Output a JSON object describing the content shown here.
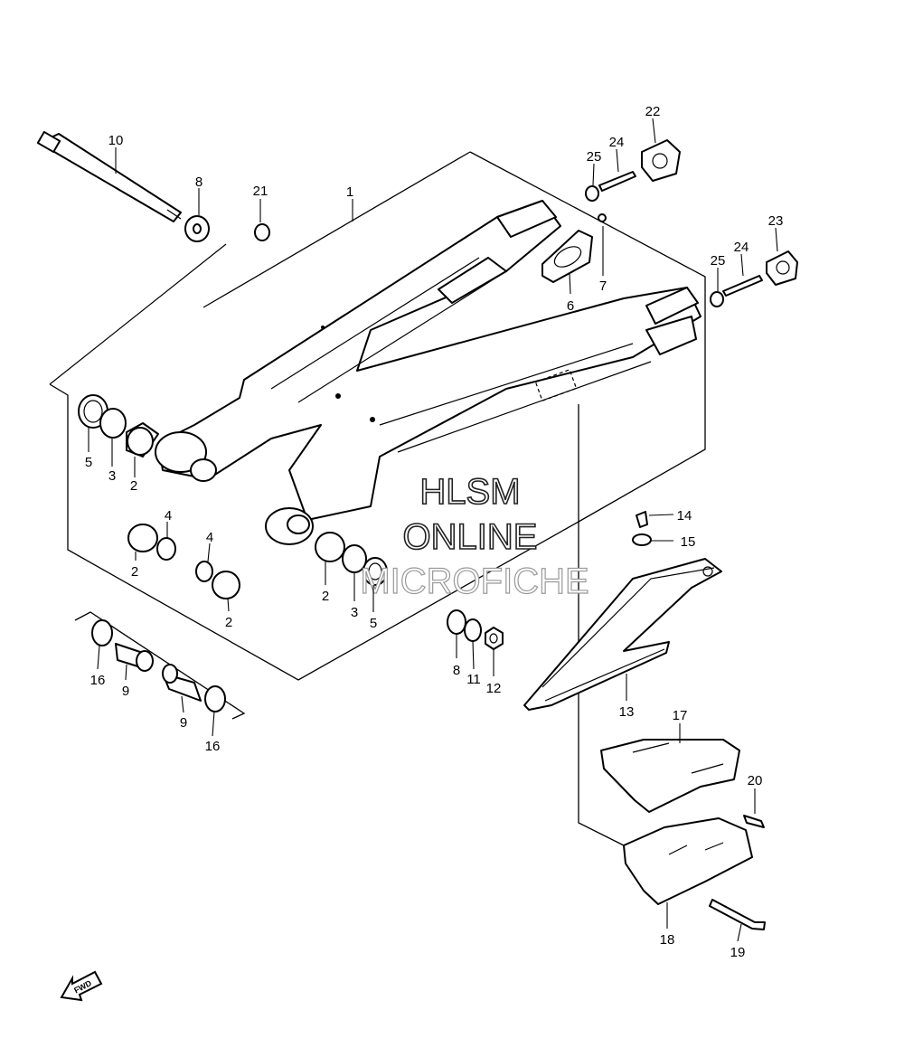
{
  "watermark": {
    "line1": "HLSM",
    "line2": "ONLINE",
    "line3": "MICROFICHE"
  },
  "fwd_label": "FWD",
  "callouts": [
    {
      "id": "c1",
      "text": "1"
    },
    {
      "id": "c2a",
      "text": "2"
    },
    {
      "id": "c2b",
      "text": "2"
    },
    {
      "id": "c2c",
      "text": "2"
    },
    {
      "id": "c2d",
      "text": "2"
    },
    {
      "id": "c3a",
      "text": "3"
    },
    {
      "id": "c3b",
      "text": "3"
    },
    {
      "id": "c4a",
      "text": "4"
    },
    {
      "id": "c4b",
      "text": "4"
    },
    {
      "id": "c5a",
      "text": "5"
    },
    {
      "id": "c5b",
      "text": "5"
    },
    {
      "id": "c6",
      "text": "6"
    },
    {
      "id": "c7",
      "text": "7"
    },
    {
      "id": "c8a",
      "text": "8"
    },
    {
      "id": "c8b",
      "text": "8"
    },
    {
      "id": "c9a",
      "text": "9"
    },
    {
      "id": "c9b",
      "text": "9"
    },
    {
      "id": "c10",
      "text": "10"
    },
    {
      "id": "c11",
      "text": "11"
    },
    {
      "id": "c12",
      "text": "12"
    },
    {
      "id": "c13",
      "text": "13"
    },
    {
      "id": "c14",
      "text": "14"
    },
    {
      "id": "c15",
      "text": "15"
    },
    {
      "id": "c16a",
      "text": "16"
    },
    {
      "id": "c16b",
      "text": "16"
    },
    {
      "id": "c17",
      "text": "17"
    },
    {
      "id": "c18",
      "text": "18"
    },
    {
      "id": "c19",
      "text": "19"
    },
    {
      "id": "c20",
      "text": "20"
    },
    {
      "id": "c21",
      "text": "21"
    },
    {
      "id": "c22",
      "text": "22"
    },
    {
      "id": "c23",
      "text": "23"
    },
    {
      "id": "c24a",
      "text": "24"
    },
    {
      "id": "c24b",
      "text": "24"
    },
    {
      "id": "c25a",
      "text": "25"
    },
    {
      "id": "c25b",
      "text": "25"
    }
  ]
}
